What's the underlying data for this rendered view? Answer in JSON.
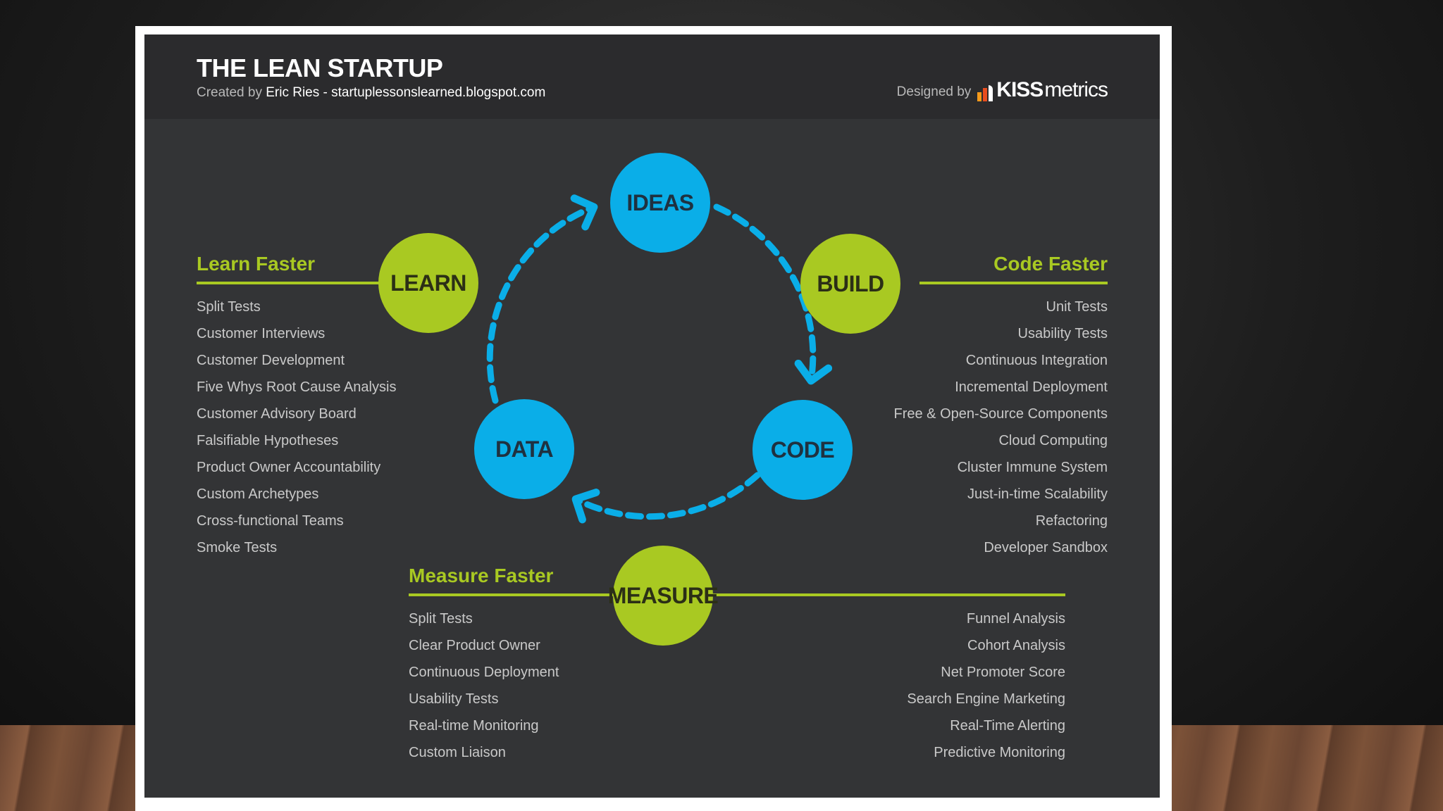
{
  "header": {
    "title": "THE LEAN STARTUP",
    "credit_prefix": "Created by ",
    "credit_author": "Eric Ries - startuplessonslearned.blogspot.com",
    "designed_by": "Designed by",
    "logo_bold": "KISS",
    "logo_light": "metrics"
  },
  "cycle": {
    "ideas": "IDEAS",
    "build": "BUILD",
    "code": "CODE",
    "measure": "MEASURE",
    "data": "DATA",
    "learn": "LEARN"
  },
  "learn_faster": {
    "heading": "Learn Faster",
    "items": [
      "Split Tests",
      "Customer Interviews",
      "Customer Development",
      "Five Whys Root Cause Analysis",
      "Customer Advisory Board",
      "Falsifiable Hypotheses",
      "Product Owner Accountability",
      "Custom Archetypes",
      "Cross-functional Teams",
      "Smoke Tests"
    ]
  },
  "code_faster": {
    "heading": "Code Faster",
    "items": [
      "Unit Tests",
      "Usability Tests",
      "Continuous Integration",
      "Incremental Deployment",
      "Free & Open-Source Components",
      "Cloud Computing",
      "Cluster Immune System",
      "Just-in-time Scalability",
      "Refactoring",
      "Developer Sandbox"
    ]
  },
  "measure_faster": {
    "heading": "Measure Faster",
    "left_items": [
      "Split Tests",
      "Clear Product Owner",
      "Continuous Deployment",
      "Usability Tests",
      "Real-time Monitoring",
      "Custom Liaison"
    ],
    "right_items": [
      "Funnel Analysis",
      "Cohort Analysis",
      "Net Promoter Score",
      "Search Engine Marketing",
      "Real-Time Alerting",
      "Predictive Monitoring"
    ]
  },
  "colors": {
    "node_blue": "#0aaee8",
    "node_green": "#a9c922",
    "slide_bg": "#333436",
    "header_bg": "#2b2b2d"
  }
}
